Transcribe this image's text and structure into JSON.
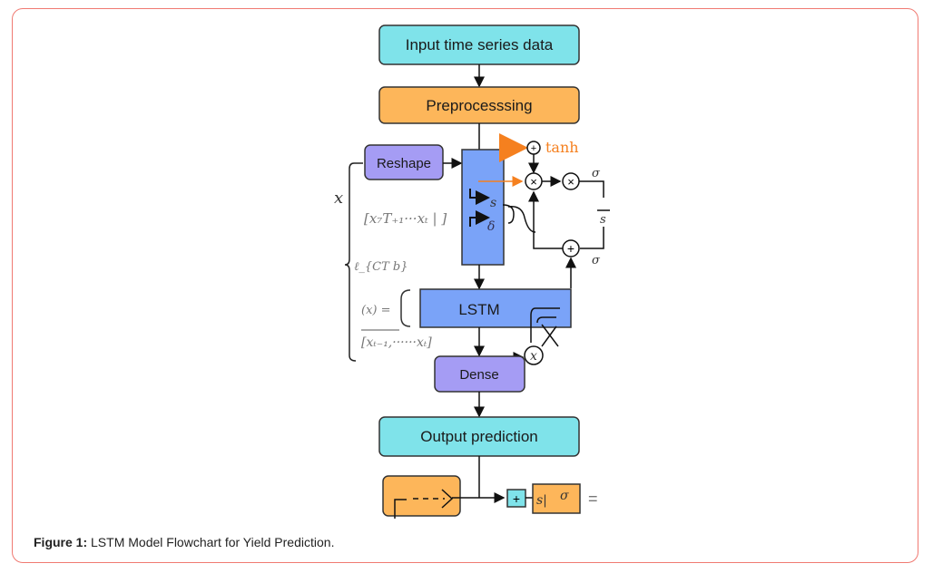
{
  "diagram": {
    "nodes": {
      "input": {
        "label": "Input time series data",
        "color": "#7fe3ea"
      },
      "preprocessing": {
        "label": "Preprocesssing",
        "color": "#fdb65a"
      },
      "reshape": {
        "label": "Reshape",
        "color": "#a59cf4"
      },
      "lstm": {
        "label": "LSTM",
        "color": "#7aa3f8"
      },
      "dense": {
        "label": "Dense",
        "color": "#a59cf4"
      },
      "output": {
        "label": "Output prediction",
        "color": "#7fe3ea"
      }
    },
    "annotations": {
      "tanh": "tanh",
      "sigma": "σ",
      "s": "s",
      "delta": "δ",
      "x": "x",
      "seq1": "[x₇T₊₁···xₜ | ]",
      "lctb": "ℓ_{CT b}",
      "x_eq": "(x) =",
      "seq2": "[xₜ₋₁,······xₜ]",
      "x_node": "x",
      "plus": "+",
      "times": "×",
      "bottom_s": "s|",
      "bottom_sigma": "σ",
      "equals": "="
    },
    "accent_color": "#f5801f"
  },
  "caption": {
    "label": "Figure 1:",
    "text": " LSTM Model Flowchart for Yield Prediction."
  }
}
